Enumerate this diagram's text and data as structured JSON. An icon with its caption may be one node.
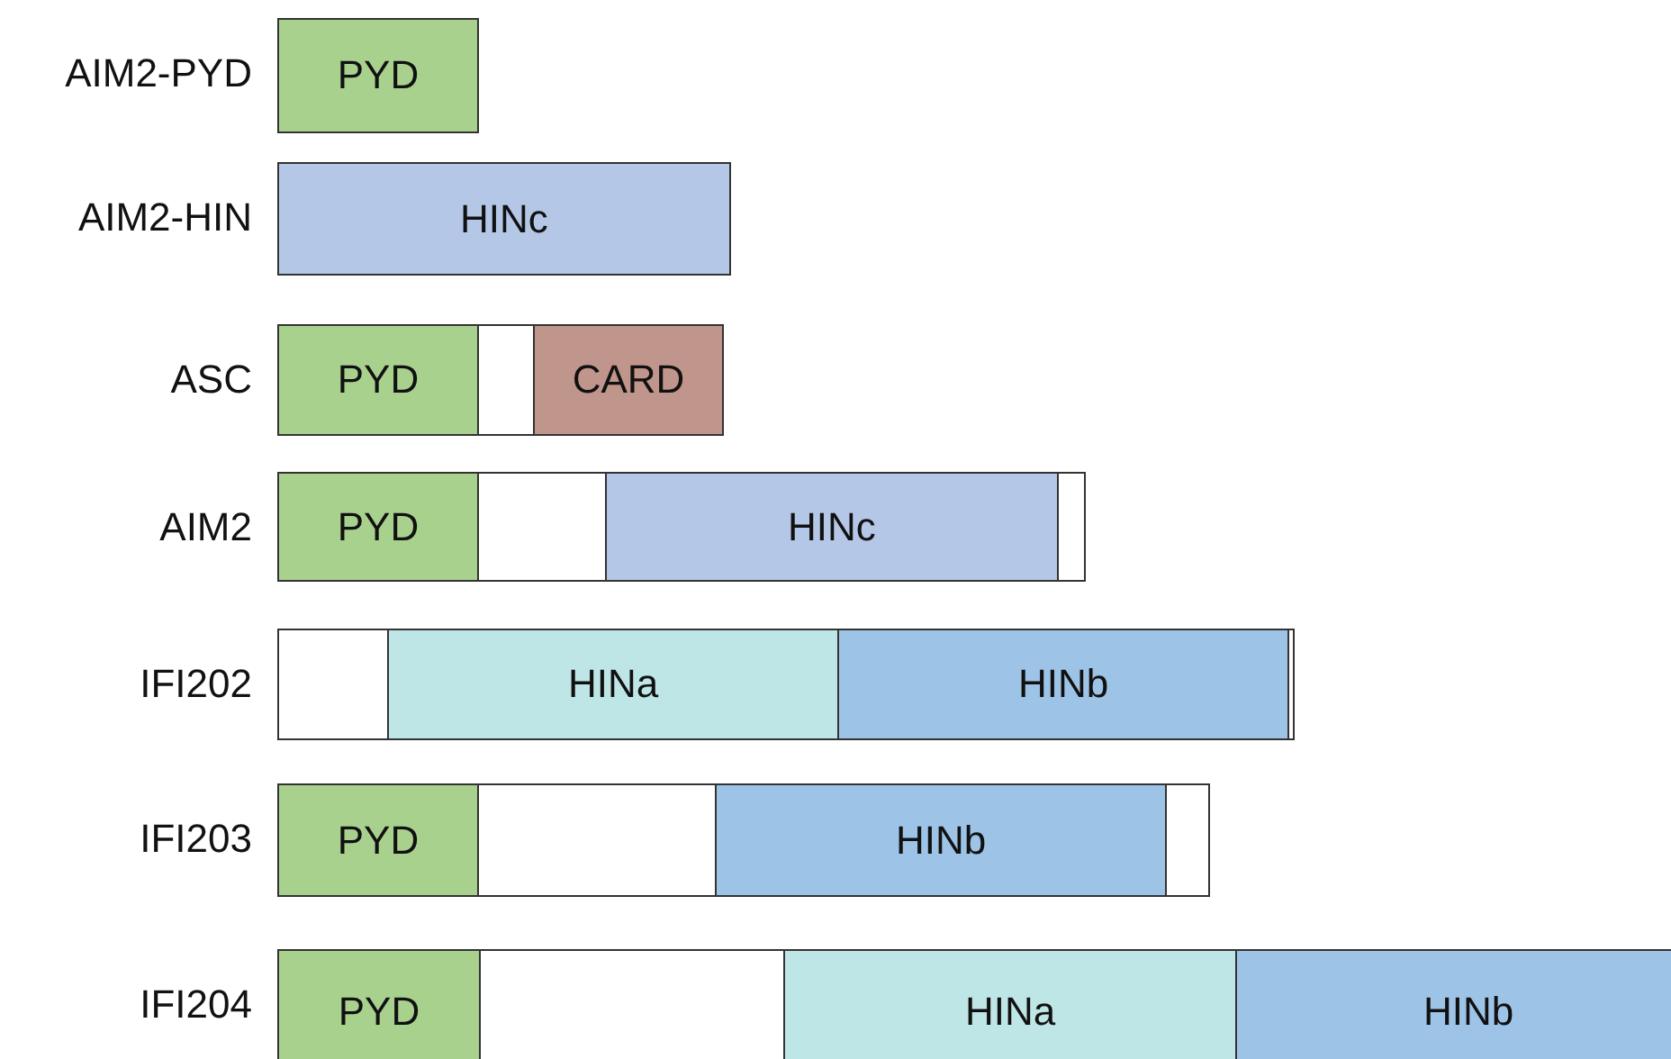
{
  "diagram": {
    "nodes": [
      {
        "text": [],
        "shape": "bar",
        "beside": [
          "AIM2-PYD"
        ]
      },
      {
        "text": [
          "PYD"
        ],
        "in": 0
      },
      {
        "text": [],
        "shape": "bar",
        "beside": [
          "AIM2-HIN"
        ]
      },
      {
        "text": [
          "HINc"
        ],
        "in": 2
      },
      {
        "text": [],
        "shape": "bar",
        "beside": [
          "ASC"
        ]
      },
      {
        "text": [
          "PYD"
        ],
        "in": 4
      },
      {
        "text": [
          "CARD"
        ],
        "in": 4
      },
      {
        "text": [],
        "shape": "bar",
        "beside": [
          "AIM2"
        ]
      },
      {
        "text": [
          "PYD"
        ],
        "in": 7
      },
      {
        "text": [
          "HINc"
        ],
        "in": 7
      },
      {
        "text": [],
        "shape": "bar",
        "beside": [
          "IFI202"
        ]
      },
      {
        "text": [
          "HINa"
        ],
        "in": 10
      },
      {
        "text": [
          "HINb"
        ],
        "in": 10
      },
      {
        "text": [],
        "shape": "bar",
        "beside": [
          "IFI203"
        ]
      },
      {
        "text": [
          "PYD"
        ],
        "in": 13
      },
      {
        "text": [
          "HINb"
        ],
        "in": 13
      },
      {
        "text": [],
        "shape": "bar",
        "beside": [
          "IFI204"
        ]
      },
      {
        "text": [
          "PYD"
        ],
        "in": 16
      },
      {
        "text": [
          "HINa"
        ],
        "in": 16
      },
      {
        "text": [
          "HINb"
        ],
        "in": 16
      }
    ],
    "edges": []
  }
}
